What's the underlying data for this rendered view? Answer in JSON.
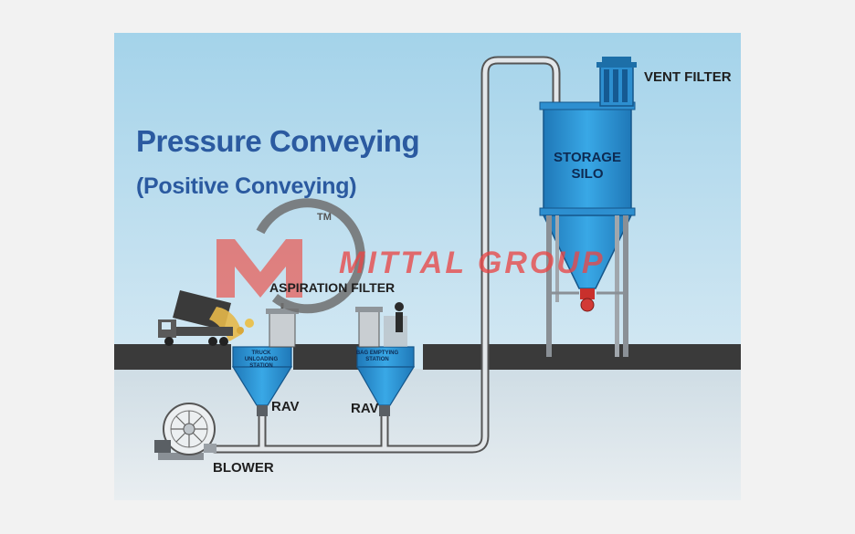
{
  "diagram": {
    "title": "Pressure Conveying",
    "subtitle": "(Positive Conveying)",
    "labels": {
      "vent_filter": "VENT FILTER",
      "storage_silo": "STORAGE SILO",
      "aspiration_filter": "ASPIRATION FILTER",
      "truck_station": "TRUCK UNLOADING STATION",
      "bag_station": "BAG EMPTYING STATION",
      "rav_left": "RAV",
      "rav_right": "RAV",
      "blower": "BLOWER"
    },
    "watermark": {
      "brand": "MITTAL GROUP",
      "trademark": "TM"
    },
    "colors": {
      "sky_top": "#a9d6ec",
      "sky_bottom": "#e3f0f7",
      "ground": "#3a3a3a",
      "vessel_blue": "#2f9ad8",
      "vessel_dark": "#1d6fa8",
      "pipe": "#d9dde0",
      "title_blue": "#2b5aa0",
      "brand_red": "#e84646"
    }
  }
}
